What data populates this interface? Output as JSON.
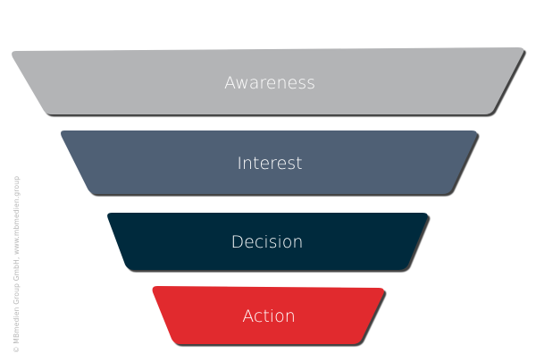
{
  "stages": [
    {
      "label": "Awareness",
      "color": "#b3b4b6"
    },
    {
      "label": "Interest",
      "color": "#4f6075"
    },
    {
      "label": "Decision",
      "color": "#002b3d"
    },
    {
      "label": "Action",
      "color": "#e1292e"
    }
  ],
  "watermark": "© MBmedien Group GmbH, www.mbmedien.group"
}
